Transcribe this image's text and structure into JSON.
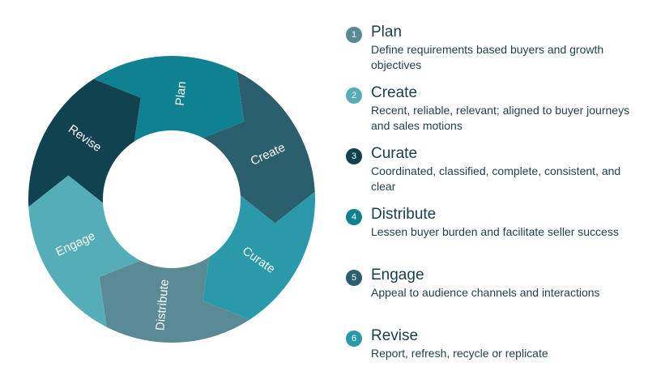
{
  "cycle": {
    "segments": [
      {
        "label": "Plan",
        "color": "#0f8190"
      },
      {
        "label": "Create",
        "color": "#2b5f6d"
      },
      {
        "label": "Curate",
        "color": "#2a9aab"
      },
      {
        "label": "Distribute",
        "color": "#5a8a93"
      },
      {
        "label": "Engage",
        "color": "#55aeb7"
      },
      {
        "label": "Revise",
        "color": "#10434f"
      }
    ]
  },
  "steps": [
    {
      "number": "1",
      "title": "Plan",
      "description": "Define requirements based buyers and growth objectives",
      "color": "#5a8a93"
    },
    {
      "number": "2",
      "title": "Create",
      "description": "Recent, reliable, relevant; aligned to buyer journeys and sales motions",
      "color": "#55aeb7"
    },
    {
      "number": "3",
      "title": "Curate",
      "description": "Coordinated, classified, complete, consistent, and clear",
      "color": "#10434f"
    },
    {
      "number": "4",
      "title": "Distribute",
      "description": "Lessen buyer burden and facilitate seller success",
      "color": "#0f8190"
    },
    {
      "number": "5",
      "title": "Engage",
      "description": "Appeal to audience channels and interactions",
      "color": "#2b5f6d"
    },
    {
      "number": "6",
      "title": "Revise",
      "description": "Report, refresh, recycle or replicate",
      "color": "#2a9aab"
    }
  ]
}
